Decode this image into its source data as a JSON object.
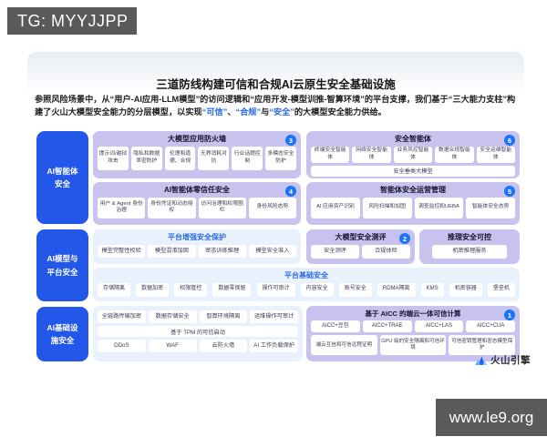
{
  "watermarks": {
    "top_left": "TG: MYYJJPP",
    "bottom_right": "www.le9.org"
  },
  "header": {
    "title": "三道防线构建可信和合规AI云原生安全基础设施",
    "intro_part1": "参照风险场景中，从“用户-AI应用-LLM模型”的访问逻辑和“应用开发-模型训推-智算环境”的平台支撑，我们基于“三大能力支柱”构建了火山大模型安全能力的分层模型，以实现",
    "hl_trusted": "“可信”",
    "sep1": "、",
    "hl_compliant": "“合规”",
    "sep2": "与",
    "hl_secure": "“安全”",
    "intro_part2": "的大模型安全能力供给。"
  },
  "sidebar": {
    "items": [
      {
        "label": "AI智能体安全"
      },
      {
        "label": "AI模型与平台安全"
      },
      {
        "label": "AI基础设施安全"
      }
    ]
  },
  "sections": {
    "app_firewall": {
      "title": "大模型应用防火墙",
      "badge": "3",
      "chips": [
        "提示词/越狱攻击",
        "隐私和数据泄密防护",
        "伦理和道德、合规",
        "无界消耗对抗",
        "行业话题控制",
        "多模态安全防护"
      ]
    },
    "security_agents": {
      "title": "安全智能体",
      "badge": "6",
      "chips": [
        "终端安全智能体",
        "网络安全智能体",
        "业务风控智能体",
        "数据合规智能体",
        "安全运维智能体"
      ],
      "wide_chip": "安全垂类大模型"
    },
    "zero_trust": {
      "title": "AI智能体零信任安全",
      "badge": "4",
      "chips": [
        "用户 & Agent 身份治理",
        "身份凭证和动态授权",
        "访问治理和权限围栏",
        "身份风险态势"
      ]
    },
    "agent_ops": {
      "title": "智能体安全运营管理",
      "badge": "5",
      "chips": [
        "AI 应用资产识别",
        "风险扫描和加固",
        "调查监控和UEBA",
        "智能体安全态势"
      ]
    },
    "platform_enhanced": {
      "title": "平台增强安全保护",
      "chips": [
        "模型完整性校验",
        "模型混淆加固",
        "密态训练推理",
        "模型安全准入"
      ]
    },
    "model_eval": {
      "title": "大模型安全测评",
      "badge": "2",
      "chips": [
        "安全测评",
        "合规体检"
      ]
    },
    "inference_safety": {
      "title": "推理安全可控",
      "chips": [
        "机密推理服务"
      ]
    },
    "platform_basic": {
      "title": "平台基础安全",
      "chips": [
        "存储隔离",
        "数据加密",
        "权限管控",
        "数据零保留",
        "操作可审计",
        "内容安全",
        "账号安全",
        "RDMA隔离",
        "KMS",
        "机密容器",
        "堡垒机"
      ]
    },
    "infra_base": {
      "chips_row1": [
        "全链路传输加密",
        "数据存储安全",
        "智算环境隔离",
        "运维操作可审计"
      ],
      "wide_chip": "基于 TPM 的可信启动",
      "chips_row2": [
        "DDoS",
        "WAF",
        "云防火墙",
        "AI 工作负载保护"
      ]
    },
    "aicc": {
      "title": "基于 AICC 的端云一体可信计算",
      "badge": "1",
      "chips_row1": [
        "AICC+豆包",
        "AICC+TRAE",
        "AICC+LAS",
        "AICC+CUA"
      ],
      "chips_row2": [
        "端云互信和可信远程证明",
        "GPU 级的安全隔离和可信环境",
        "可信密钥管理和密态模型保护"
      ]
    }
  },
  "footer": {
    "logo_text": "火山引擎"
  },
  "colors": {
    "sidebar_blue": "#2257ea",
    "badge_blue": "#1b74f8",
    "purple_card": "#c8c2ee",
    "light_blue_card": "#e9f2fc",
    "highlight_text": "#2b6be5"
  }
}
